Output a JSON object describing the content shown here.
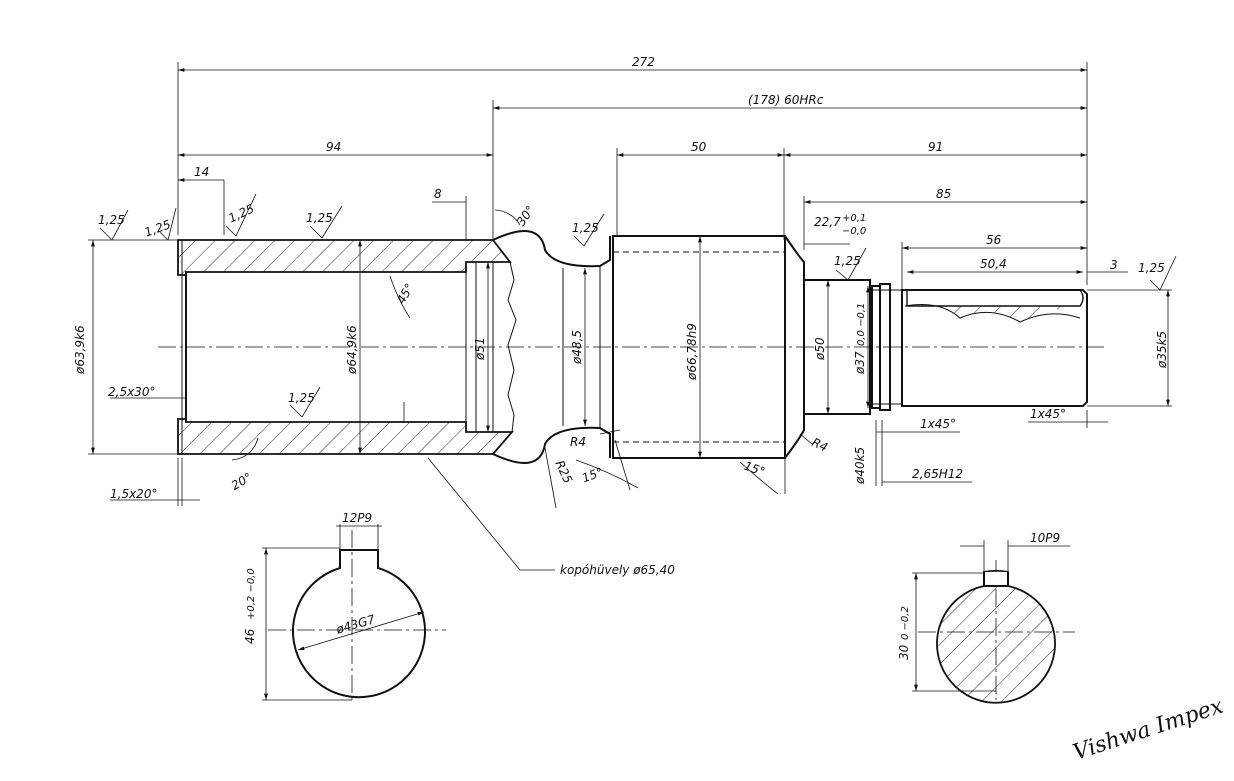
{
  "dimensions": {
    "overall": "272",
    "hardened": "(178) 60HRc",
    "left_94": "94",
    "left_14": "14",
    "groove_8": "8",
    "angle_30": "30°",
    "center_50": "50",
    "right_91": "91",
    "right_85": "85",
    "tol_22": "22,7",
    "tol_22_upper": "+0,1",
    "tol_22_lower": "−0,0",
    "key_56": "56",
    "key_50_4": "50,4",
    "end_3": "3"
  },
  "roughness": [
    "1,25",
    "1,25",
    "1,25",
    "1,25",
    "1,25",
    "1,25",
    "1,25",
    "1,25"
  ],
  "diameters": {
    "d63": "ø63,9k6",
    "d64": "ø64,9k6",
    "d51": "ø51",
    "d48": "ø48,5",
    "d66": "ø66,78h9",
    "d50": "ø50",
    "d37": "ø37",
    "d37_tol": "0,0 −0,1",
    "d35": "ø35k5",
    "d40": "ø40k5"
  },
  "chamfers": {
    "c2_5": "2,5x30°",
    "c1_5": "1,5x20°",
    "c1x45a": "1x45°",
    "c1x45b": "1x45°",
    "groove": "2,65H12"
  },
  "angles": {
    "a45": "45°",
    "a20": "20°",
    "a15a": "15°",
    "a15b": "15°"
  },
  "radii": {
    "r4a": "R4",
    "r4b": "R4",
    "r25": "R25"
  },
  "callout": "kopóhüvely ø65,40",
  "section_a": {
    "key": "12P9",
    "height": "46",
    "height_tol": "+0,2 −0,0",
    "bore": "ø43G7"
  },
  "section_b": {
    "key": "10P9",
    "height": "30",
    "height_tol": "0 −0,2"
  },
  "watermark": "Vishwa Impex"
}
